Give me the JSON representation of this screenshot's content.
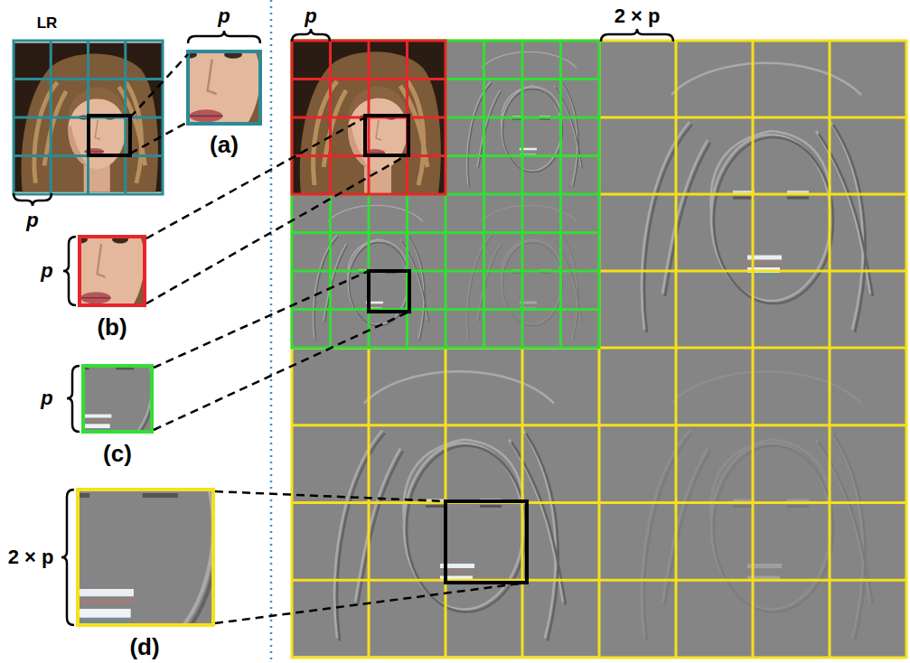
{
  "diagram": {
    "labels": [
      "LR",
      "p",
      "p",
      "2 × p",
      "(a)",
      "p",
      "p",
      "(b)",
      "p",
      "(c)",
      "2 × p",
      "(d)"
    ]
  }
}
